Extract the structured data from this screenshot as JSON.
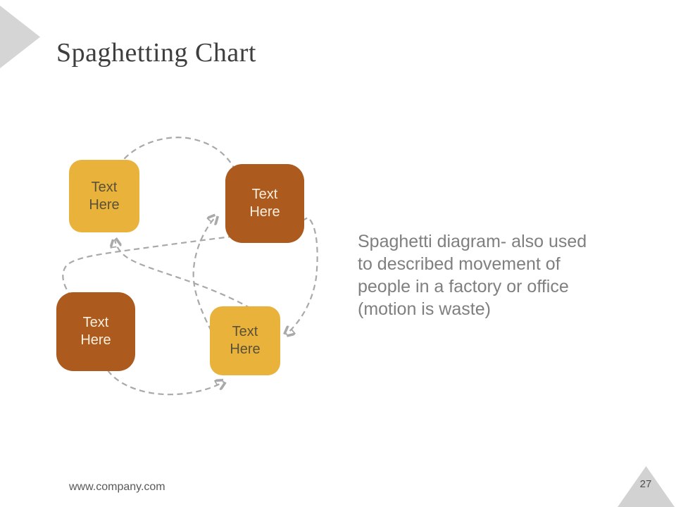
{
  "slide": {
    "title": "Spaghetting Chart",
    "footer": "www.company.com",
    "page_number": "27"
  },
  "diagram": {
    "type": "spaghetti-diagram",
    "boxes": [
      {
        "id": "top-left",
        "label": "Text Here",
        "variant": "yellow"
      },
      {
        "id": "top-right",
        "label": "Text Here",
        "variant": "brown"
      },
      {
        "id": "bottom-left",
        "label": "Text Here",
        "variant": "brown"
      },
      {
        "id": "bottom-right",
        "label": "Text Here",
        "variant": "yellow"
      }
    ],
    "connector_style": "dashed curved arrows between boxes"
  },
  "description": {
    "lines": [
      "Spaghetti diagram- also used",
      "to described movement of",
      "people in a factory or office",
      "(motion is waste)"
    ]
  },
  "colors": {
    "accent_yellow": "#e9b23b",
    "accent_brown": "#ac5a1e",
    "connector_gray": "#a9a9a9",
    "title_text": "#3f3e3e",
    "body_text": "#7f7f7f",
    "footer_text": "#595959",
    "corner_triangle": "#d3d3d3"
  }
}
